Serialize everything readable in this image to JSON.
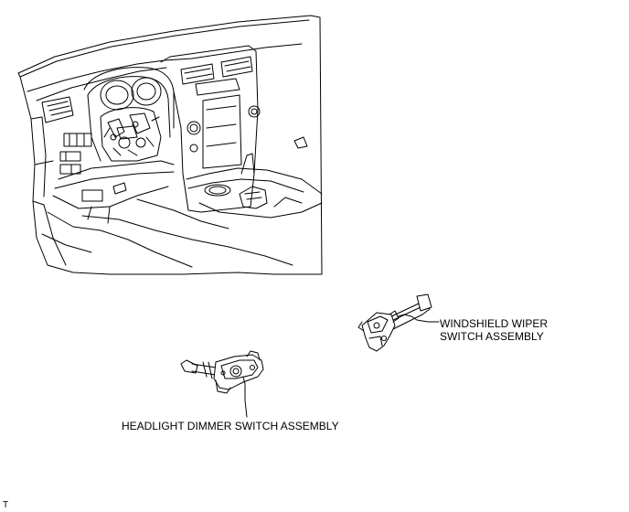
{
  "callouts": {
    "wiper_line1": "WINDSHIELD WIPER",
    "wiper_line2": "SWITCH ASSEMBLY",
    "dimmer": "HEADLIGHT DIMMER SWITCH ASSEMBLY"
  },
  "figure_code": "T"
}
